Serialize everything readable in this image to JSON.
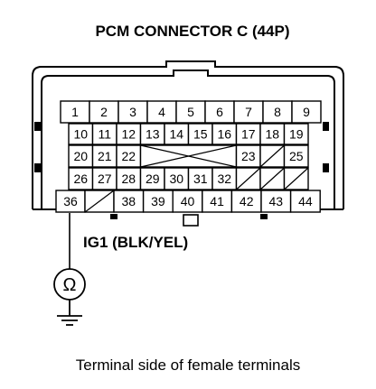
{
  "title": "PCM CONNECTOR C (44P)",
  "row1": [
    "1",
    "2",
    "3",
    "4",
    "5",
    "6",
    "7",
    "8",
    "9"
  ],
  "row2": [
    "10",
    "11",
    "12",
    "13",
    "14",
    "15",
    "16",
    "17",
    "18",
    "19"
  ],
  "row3_left": [
    "20",
    "21",
    "22"
  ],
  "row3_right": [
    "23",
    "25"
  ],
  "row4": [
    "26",
    "27",
    "28",
    "29",
    "30",
    "31",
    "32"
  ],
  "row5_left": "36",
  "row5": [
    "38",
    "39",
    "40",
    "41",
    "42",
    "43",
    "44"
  ],
  "probe_label": "IG1 (BLK/YEL)",
  "meter_symbol": "Ω",
  "caption": "Terminal side of female terminals",
  "icons": {
    "meter": "ohmmeter-icon",
    "ground": "ground-icon"
  }
}
